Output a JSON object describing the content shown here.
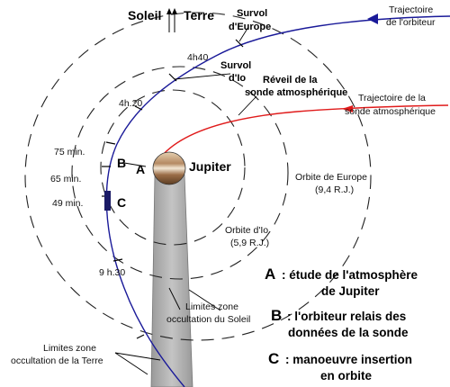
{
  "labels": {
    "soleil": "Soleil",
    "terre": "Terre",
    "survol_europe_1": "Survol",
    "survol_europe_2": "d'Europe",
    "survol_io_1": "Survol",
    "survol_io_2": "d'Io",
    "reveil_1": "Réveil de la",
    "reveil_2": "sonde atmosphérique",
    "traj_orbiteur_1": "Trajectoire",
    "traj_orbiteur_2": "de l'orbiteur",
    "traj_sonde_1": "Trajectoire de la",
    "traj_sonde_2": "sonde atmosphérique",
    "time_4h40": "4h40",
    "time_4h20": "4h.20",
    "time_75": "75 min.",
    "time_65": "65 min.",
    "time_49": "49 min.",
    "time_9h30": "9 h.30",
    "marker_a": "A",
    "marker_b": "B",
    "marker_c": "C",
    "jupiter": "Jupiter",
    "orbite_europe_1": "Orbite de Europe",
    "orbite_europe_2": "(9,4 R.J.)",
    "orbite_io_1": "Orbite d'Io",
    "orbite_io_2": "(5,9 R.J.)",
    "occ_soleil_1": "Limites zone",
    "occ_soleil_2": "occultation du Soleil",
    "occ_terre_1": "Limites zone",
    "occ_terre_2": "occultation de la Terre"
  },
  "legend": [
    {
      "letter": "A",
      "line1": ": étude de l'atmosphère",
      "line2": "de Jupiter"
    },
    {
      "letter": "B",
      "line1": ": l'orbiteur relais des",
      "line2": "données de la sonde"
    },
    {
      "letter": "C",
      "line1": ": manoeuvre insertion",
      "line2": "en orbite"
    }
  ],
  "colors": {
    "orbiter_trajectory": "#1a1a99",
    "probe_trajectory": "#e01b1b",
    "occultation_zone": "#b8b8b8"
  }
}
